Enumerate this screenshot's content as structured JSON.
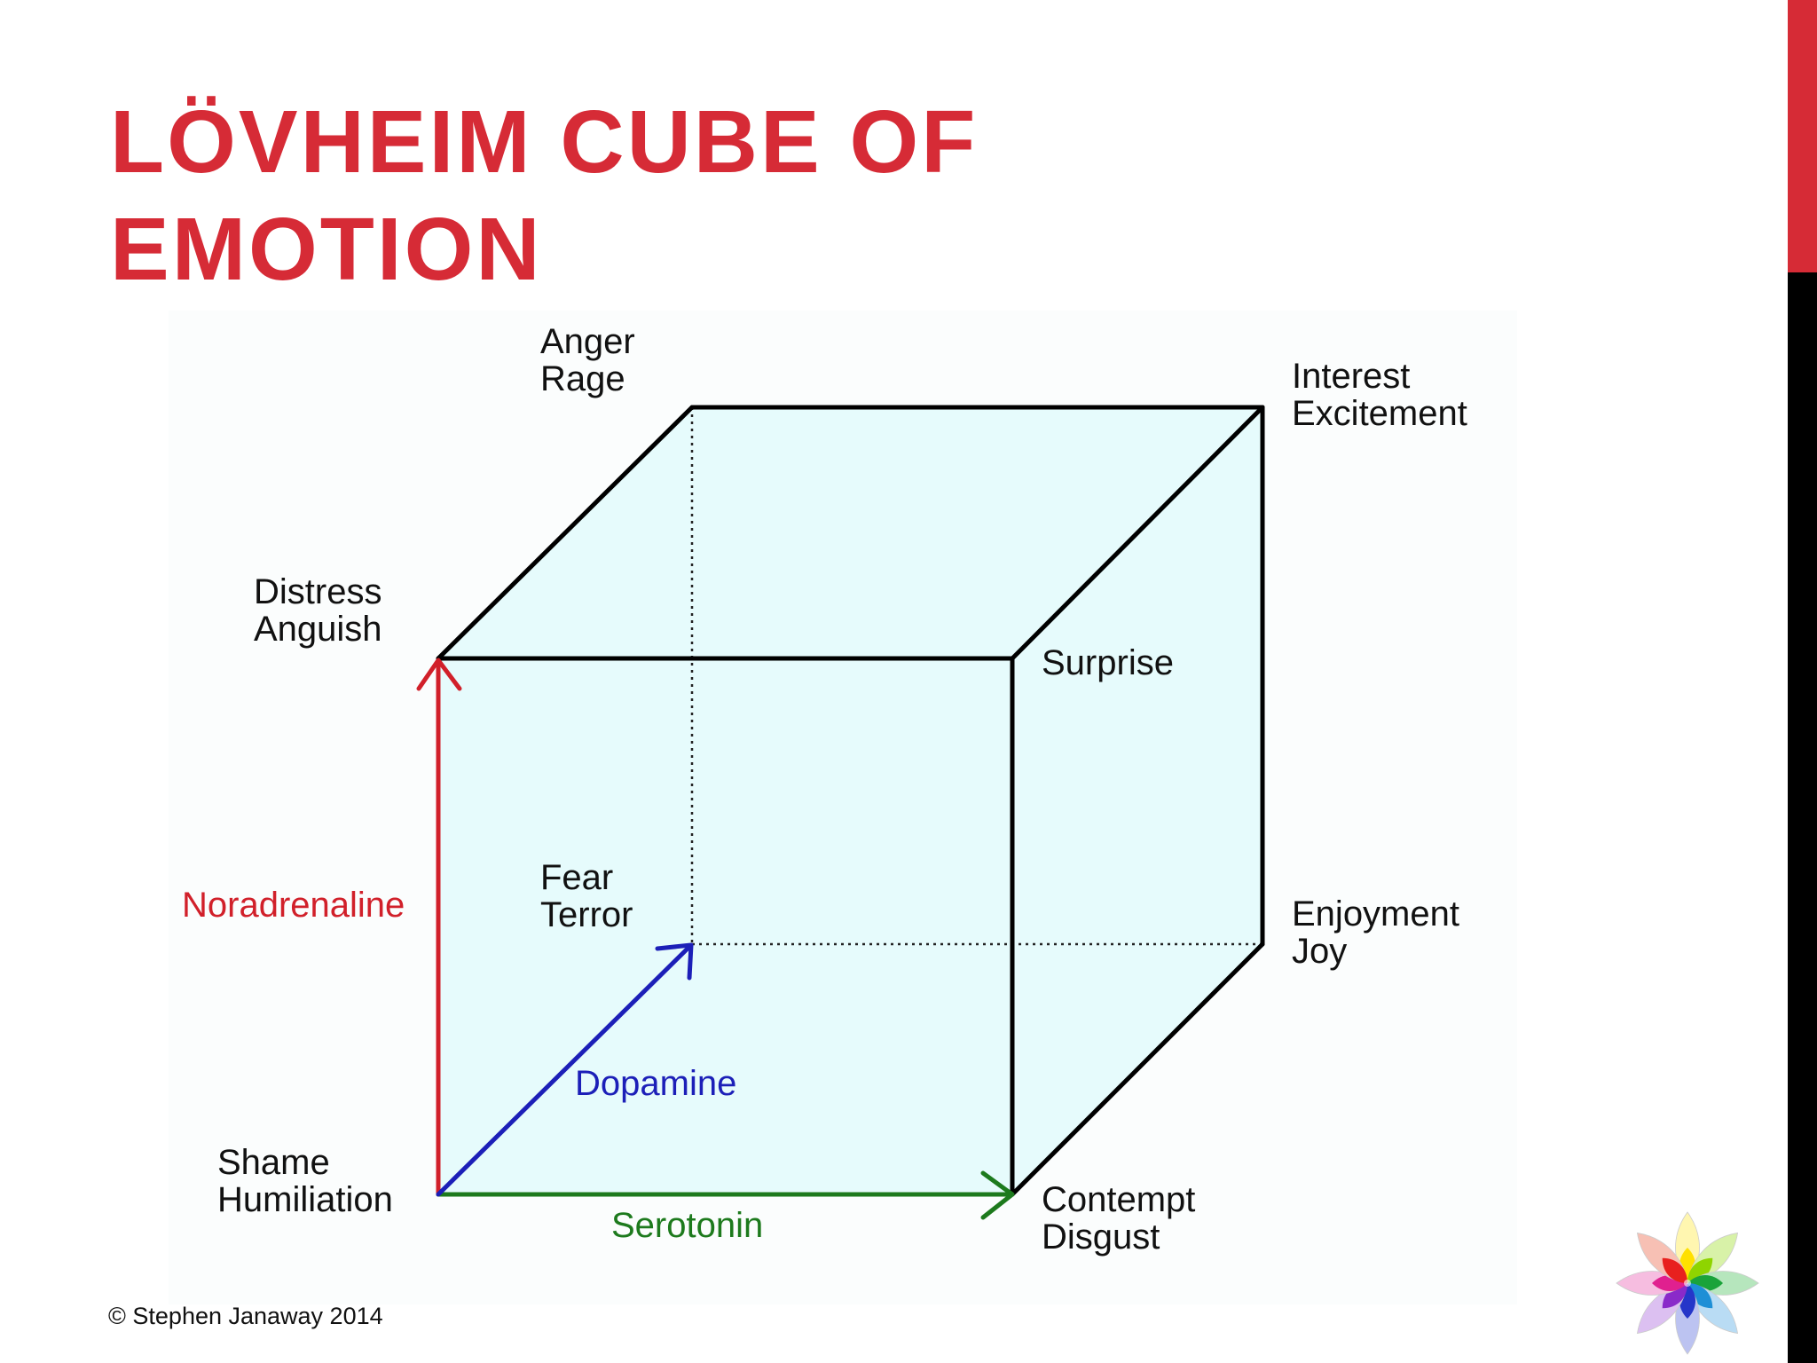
{
  "slide": {
    "title_line1": "LÖVHEIM CUBE OF",
    "title_line2": "EMOTION",
    "copyright": "© Stephen Janaway 2014"
  },
  "colors": {
    "accent": "#d62b36",
    "cube_fill": "#e6fbfc",
    "noradrenaline": "#d1202a",
    "dopamine": "#1c1fb8",
    "serotonin": "#1d7a1d"
  },
  "corners": {
    "anger": [
      "Anger",
      "Rage"
    ],
    "interest": [
      "Interest",
      "Excitement"
    ],
    "distress": [
      "Distress",
      "Anguish"
    ],
    "surprise": [
      "Surprise"
    ],
    "fear": [
      "Fear",
      "Terror"
    ],
    "enjoyment": [
      "Enjoyment",
      "Joy"
    ],
    "shame": [
      "Shame",
      "Humiliation"
    ],
    "contempt": [
      "Contempt",
      "Disgust"
    ]
  },
  "axes": {
    "noradrenaline": "Noradrenaline",
    "dopamine": "Dopamine",
    "serotonin": "Serotonin"
  },
  "logo": {
    "icon": "emotion-wheel-icon"
  }
}
